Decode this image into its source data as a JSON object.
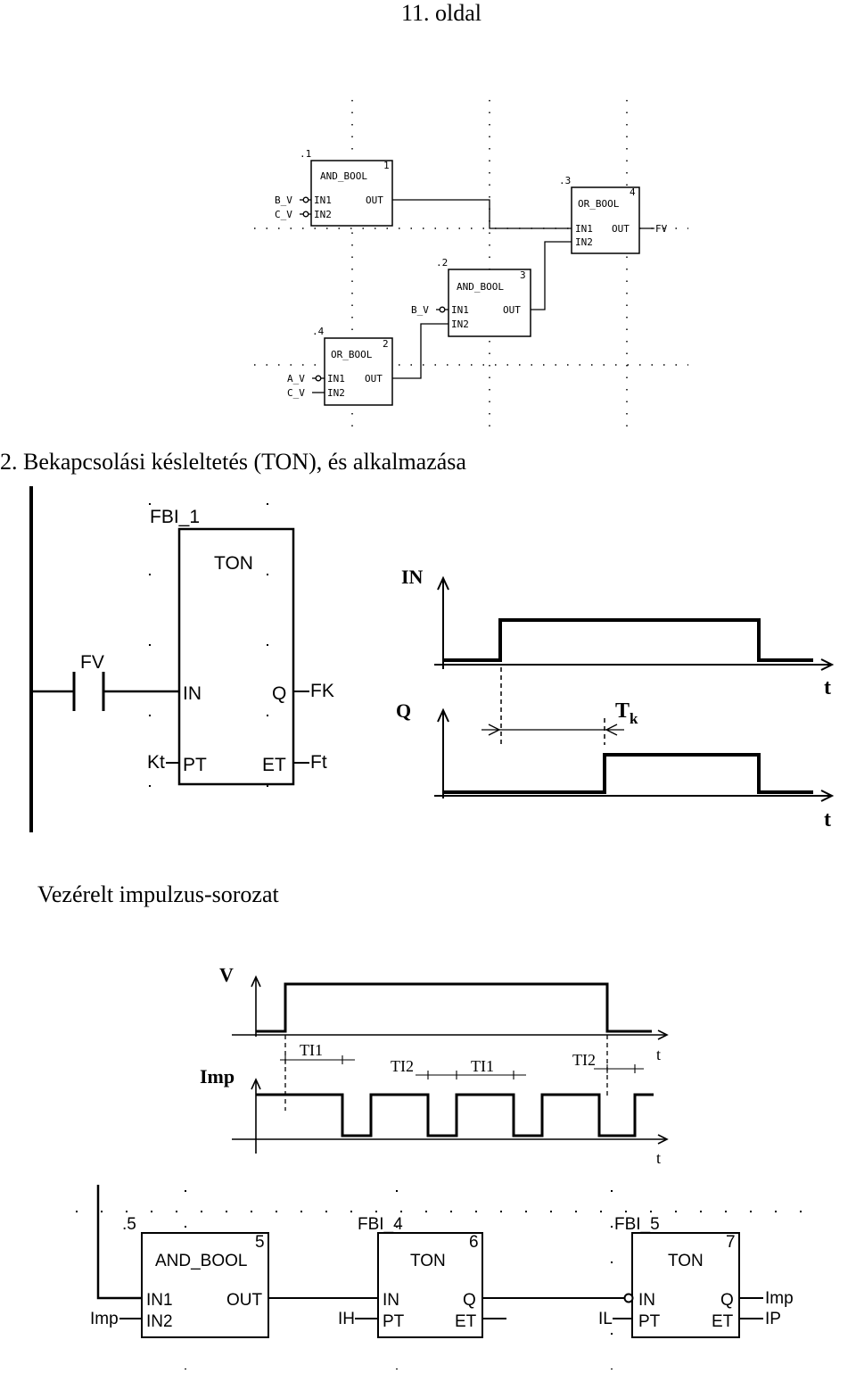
{
  "page": {
    "number_label": "11. oldal"
  },
  "section_title": "2. Bekapcsolási késleltetés (TON), és alkalmazása",
  "subsection_title": "Vezérelt impulzus-sorozat",
  "fbd1": {
    "blocks": [
      {
        "step": ".1",
        "type": "AND_BOOL",
        "num": "1",
        "pins_in": [
          "IN1",
          "IN2"
        ],
        "pin_out": "OUT",
        "inputs": [
          "B_V",
          "C_V"
        ]
      },
      {
        "step": ".3",
        "type": "OR_BOOL",
        "num": "4",
        "pins_in": [
          "IN1",
          "IN2"
        ],
        "pin_out": "OUT",
        "output": "FV"
      },
      {
        "step": ".2",
        "type": "AND_BOOL",
        "num": "3",
        "pins_in": [
          "IN1",
          "IN2"
        ],
        "pin_out": "OUT",
        "inputs": [
          "B_V"
        ]
      },
      {
        "step": ".4",
        "type": "OR_BOOL",
        "num": "2",
        "pins_in": [
          "IN1",
          "IN2"
        ],
        "pin_out": "OUT",
        "inputs": [
          "A_V",
          "C_V"
        ]
      }
    ]
  },
  "ton_ladder": {
    "instance": "FBI_1",
    "type": "TON",
    "contact": "FV",
    "pin_in": "IN",
    "pin_pt": "PT",
    "pin_q": "Q",
    "pin_et": "ET",
    "pt_var": "Kt",
    "q_var": "FK",
    "et_var": "Ft"
  },
  "ton_timing": {
    "sig_in": "IN",
    "sig_q": "Q",
    "time_axis": "t",
    "delay_label_main": "T",
    "delay_label_sub": "k"
  },
  "pulse_timing": {
    "sig_v": "V",
    "sig_imp": "Imp",
    "time_axis": "t",
    "ti1": "TI1",
    "ti2": "TI2"
  },
  "fbd2": {
    "blocks": [
      {
        "step": ".5",
        "type": "AND_BOOL",
        "num": "5",
        "pins_in": [
          "IN1",
          "IN2"
        ],
        "pin_out": "OUT",
        "input_var": "Imp"
      },
      {
        "instance": "FBI_4",
        "type": "TON",
        "num": "6",
        "pins_in": [
          "IN",
          "PT"
        ],
        "pins_out": [
          "Q",
          "ET"
        ],
        "pt_var": "IH"
      },
      {
        "instance": "FBI_5",
        "type": "TON",
        "num": "7",
        "pins_in": [
          "IN",
          "PT"
        ],
        "pins_out": [
          "Q",
          "ET"
        ],
        "pt_var": "IL",
        "q_var": "Imp",
        "et_var": "IP"
      }
    ]
  }
}
